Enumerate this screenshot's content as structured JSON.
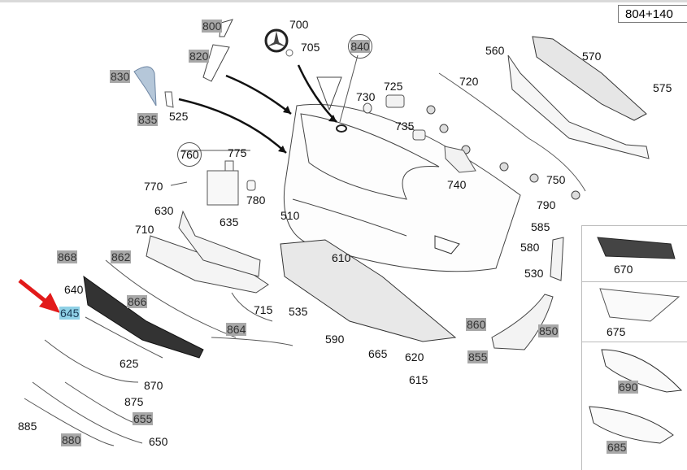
{
  "reference_code": "804+140",
  "pointer": {
    "color": "#e21a1a",
    "target_part": "645"
  },
  "label_colors": {
    "gray_highlight": "#a8a8a8",
    "blue_highlight": "#8fd1e6",
    "arrow": "#e21a1a"
  },
  "parts": {
    "p510": "510",
    "p525": "525",
    "p530": "530",
    "p535": "535",
    "p560": "560",
    "p570": "570",
    "p575": "575",
    "p580": "580",
    "p585": "585",
    "p590": "590",
    "p610": "610",
    "p615": "615",
    "p620": "620",
    "p625": "625",
    "p630": "630",
    "p635": "635",
    "p640": "640",
    "p645": "645",
    "p650": "650",
    "p655": "655",
    "p665": "665",
    "p670": "670",
    "p675": "675",
    "p685": "685",
    "p690": "690",
    "p700": "700",
    "p705": "705",
    "p710": "710",
    "p715": "715",
    "p720": "720",
    "p725": "725",
    "p730": "730",
    "p735": "735",
    "p740": "740",
    "p750": "750",
    "p760": "760",
    "p770": "770",
    "p775": "775",
    "p780": "780",
    "p790": "790",
    "p800": "800",
    "p820": "820",
    "p830": "830",
    "p835": "835",
    "p840": "840",
    "p850": "850",
    "p855": "855",
    "p860": "860",
    "p862": "862",
    "p864": "864",
    "p866": "866",
    "p868": "868",
    "p870": "870",
    "p875": "875",
    "p880": "880",
    "p885": "885"
  }
}
